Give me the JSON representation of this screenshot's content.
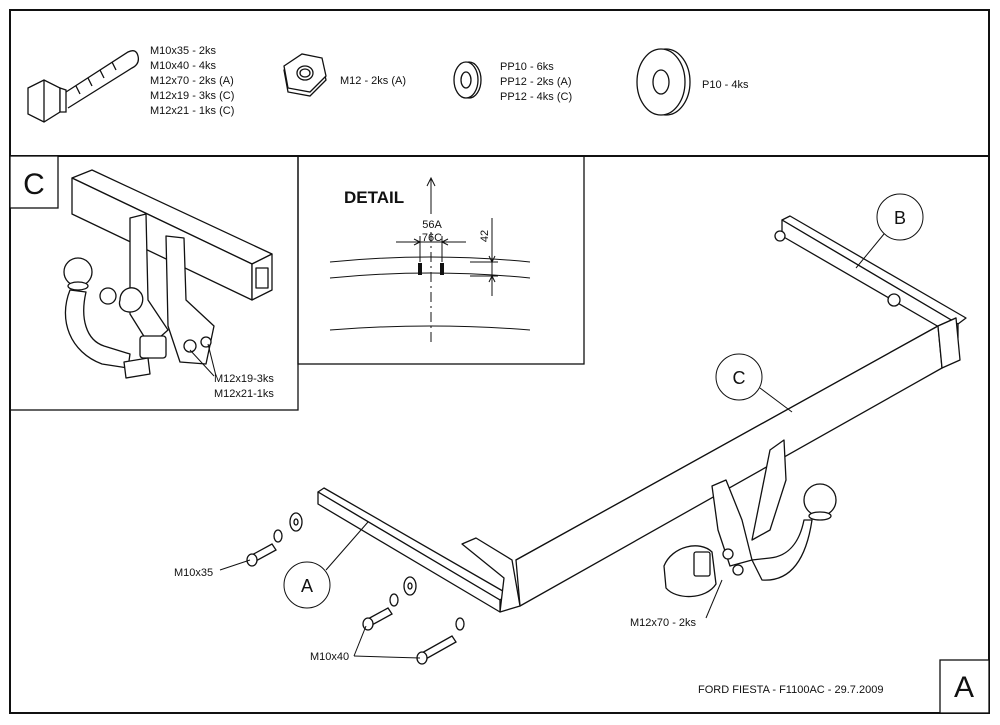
{
  "parts": {
    "bolt": [
      "M10x35 - 2ks",
      "M10x40 - 4ks",
      "M12x70 - 2ks (A)",
      "M12x19 - 3ks (C)",
      "M12x21 - 1ks (C)"
    ],
    "nut": "M12 - 2ks (A)",
    "washer_small": [
      "PP10 - 6ks",
      "PP12 - 2ks (A)",
      "PP12 - 4ks (C)"
    ],
    "washer_large": "P10 - 4ks"
  },
  "view_c": {
    "letter": "C",
    "bolts": [
      "M12x19-3ks",
      "M12x21-1ks"
    ]
  },
  "detail": {
    "title": "DETAIL",
    "dim_56a": "56A",
    "dim_76c": "76C",
    "dim_42": "42"
  },
  "callouts": {
    "a": "A",
    "b": "B",
    "c": "C"
  },
  "bolt_labels": {
    "m10x35": "M10x35",
    "m10x40": "M10x40",
    "m12x70": "M12x70 - 2ks"
  },
  "title_block": {
    "text": "FORD FIESTA - F1100AC - 29.7.2009",
    "sheet_letter": "A"
  }
}
